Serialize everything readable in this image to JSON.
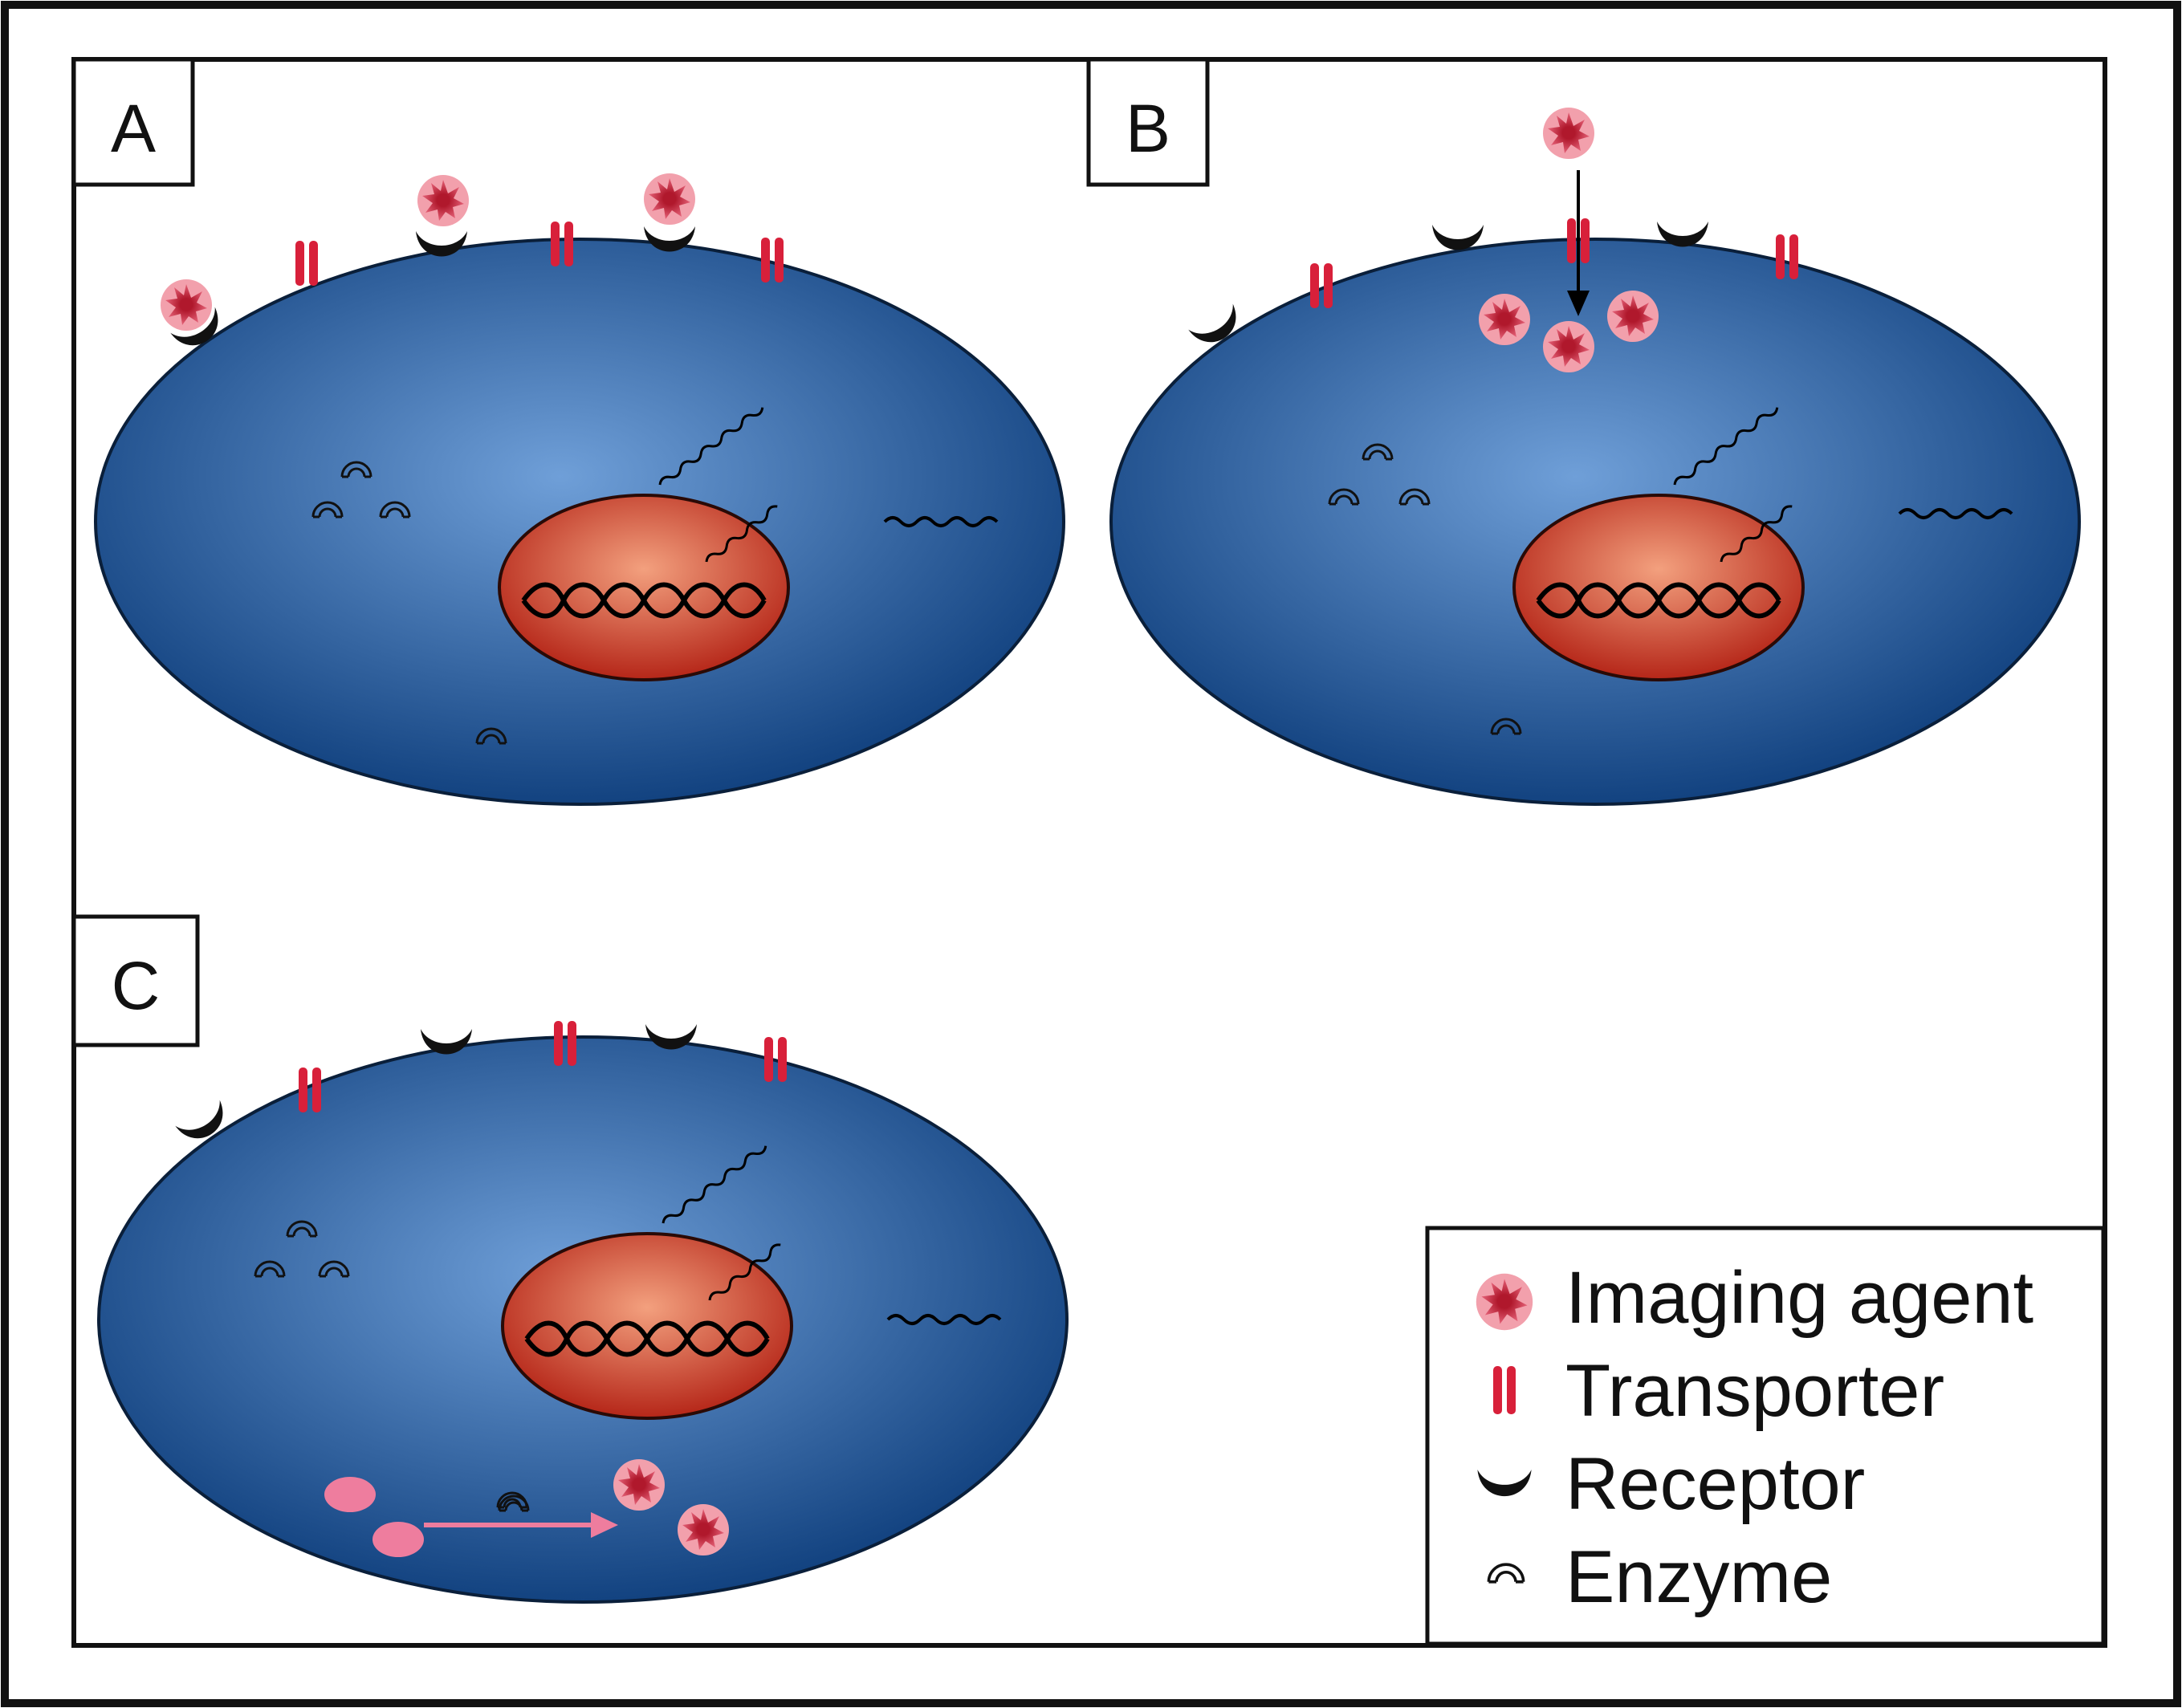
{
  "panels": [
    {
      "label": "A"
    },
    {
      "label": "B"
    },
    {
      "label": "C"
    }
  ],
  "legend": {
    "items": [
      {
        "label": "Imaging agent",
        "icon": "imaging-agent-icon"
      },
      {
        "label": "Transporter",
        "icon": "transporter-icon"
      },
      {
        "label": "Receptor",
        "icon": "receptor-icon"
      },
      {
        "label": "Enzyme",
        "icon": "enzyme-icon"
      }
    ]
  },
  "colors": {
    "cell_light": "#6f9fd8",
    "cell_dark": "#0c3c7a",
    "nucleus_light": "#f3a07e",
    "nucleus_dark": "#b01c10",
    "agent": "#c8243a",
    "agent_halo": "#f2a0ac",
    "transporter": "#d8203a",
    "receptor": "#111111",
    "substrate": "#ee7d9e",
    "frame": "#111111"
  }
}
